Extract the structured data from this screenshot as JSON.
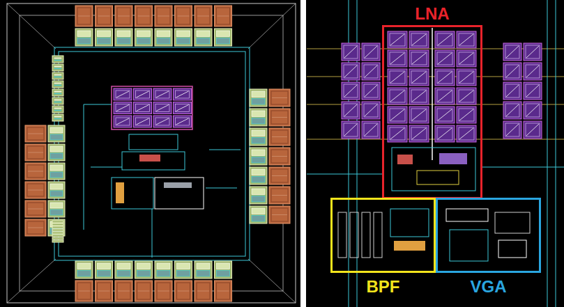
{
  "diagram": {
    "nodes": [
      {
        "text": [
          "LNA"
        ]
      },
      {
        "text": [
          "BPF"
        ]
      },
      {
        "text": [
          "VGA"
        ]
      }
    ]
  }
}
